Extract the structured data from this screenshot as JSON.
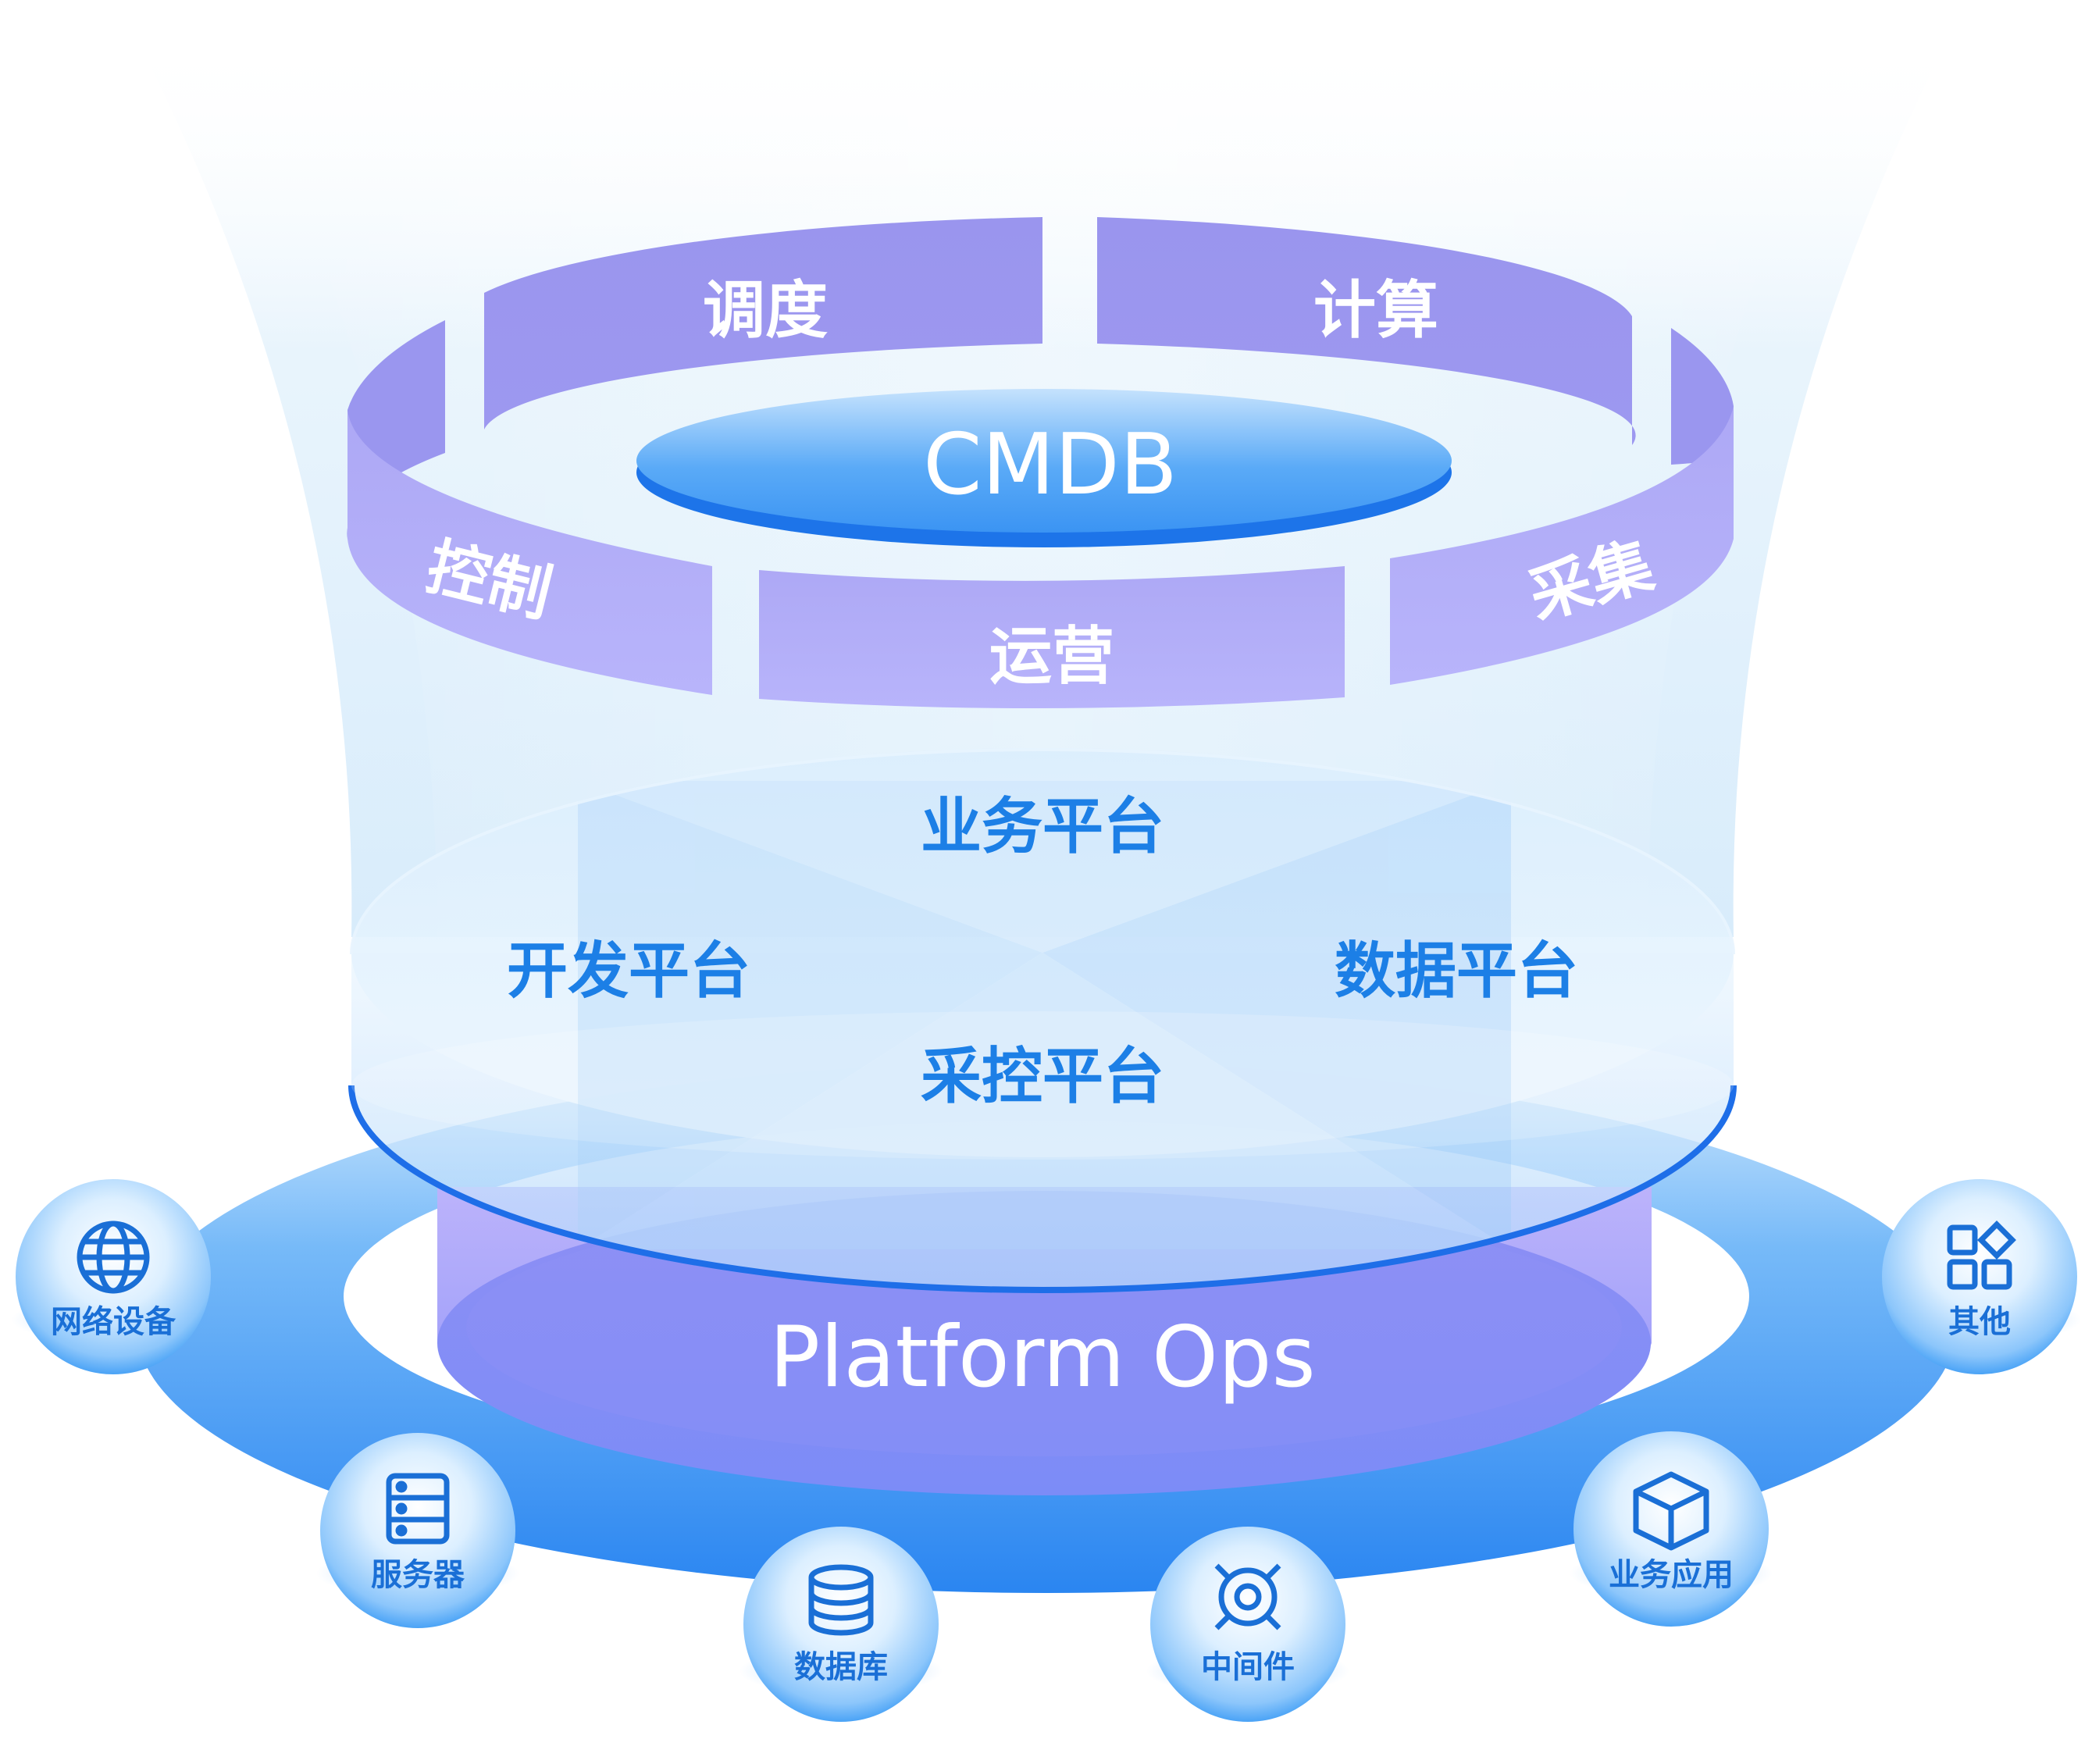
{
  "cmdb": {
    "title": "CMDB",
    "ring_labels": {
      "schedule": "调度",
      "compute": "计算",
      "control": "控制",
      "operation": "运营",
      "collect": "采集"
    }
  },
  "platforms": {
    "business": "业务平台",
    "development": "开发平台",
    "data": "数据平台",
    "collection_control": "采控平台"
  },
  "base": {
    "title": "Platform Ops"
  },
  "resources": [
    {
      "label": "网络设备",
      "icon": "globe-icon"
    },
    {
      "label": "服务器",
      "icon": "server-icon"
    },
    {
      "label": "数据库",
      "icon": "database-icon"
    },
    {
      "label": "中间件",
      "icon": "middleware-icon"
    },
    {
      "label": "业务应用",
      "icon": "cube-icon"
    },
    {
      "label": "其他",
      "icon": "apps-icon"
    }
  ],
  "colors": {
    "ring_purple": "#9b95ef",
    "ring_purple_light": "#b3aef8",
    "cmdb_blue": "#3d9cf5",
    "platform_text": "#1c7fe6",
    "base_ring_blue": "#2f8cf2",
    "node_text": "#1a6fd6"
  }
}
